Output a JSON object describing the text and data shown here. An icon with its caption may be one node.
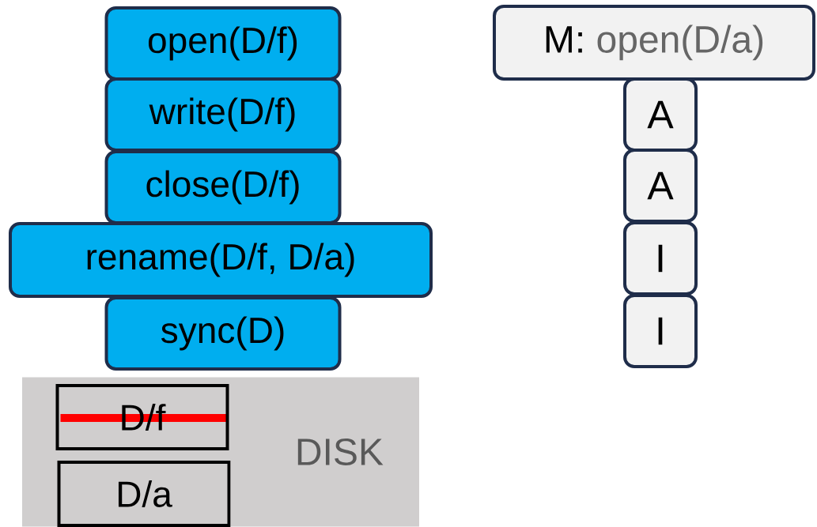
{
  "diagram": {
    "nodes": [
      {
        "text": [
          "open(D/f)"
        ]
      },
      {
        "text": [
          "write(D/f)"
        ]
      },
      {
        "text": [
          "close(D/f)"
        ]
      },
      {
        "text": [
          "rename(D/f, D/a)"
        ]
      },
      {
        "text": [
          "sync(D)"
        ]
      },
      {
        "text": [
          "DISK"
        ]
      },
      {
        "text": [
          "D/f"
        ],
        "in": 5
      },
      {
        "text": [
          "D/a"
        ],
        "in": 5
      },
      {
        "text": [
          "M:",
          "open(D/a)"
        ]
      },
      {
        "text": [
          "A"
        ]
      },
      {
        "text": [
          "A"
        ]
      },
      {
        "text": [
          "I"
        ]
      },
      {
        "text": [
          "I"
        ]
      }
    ]
  }
}
